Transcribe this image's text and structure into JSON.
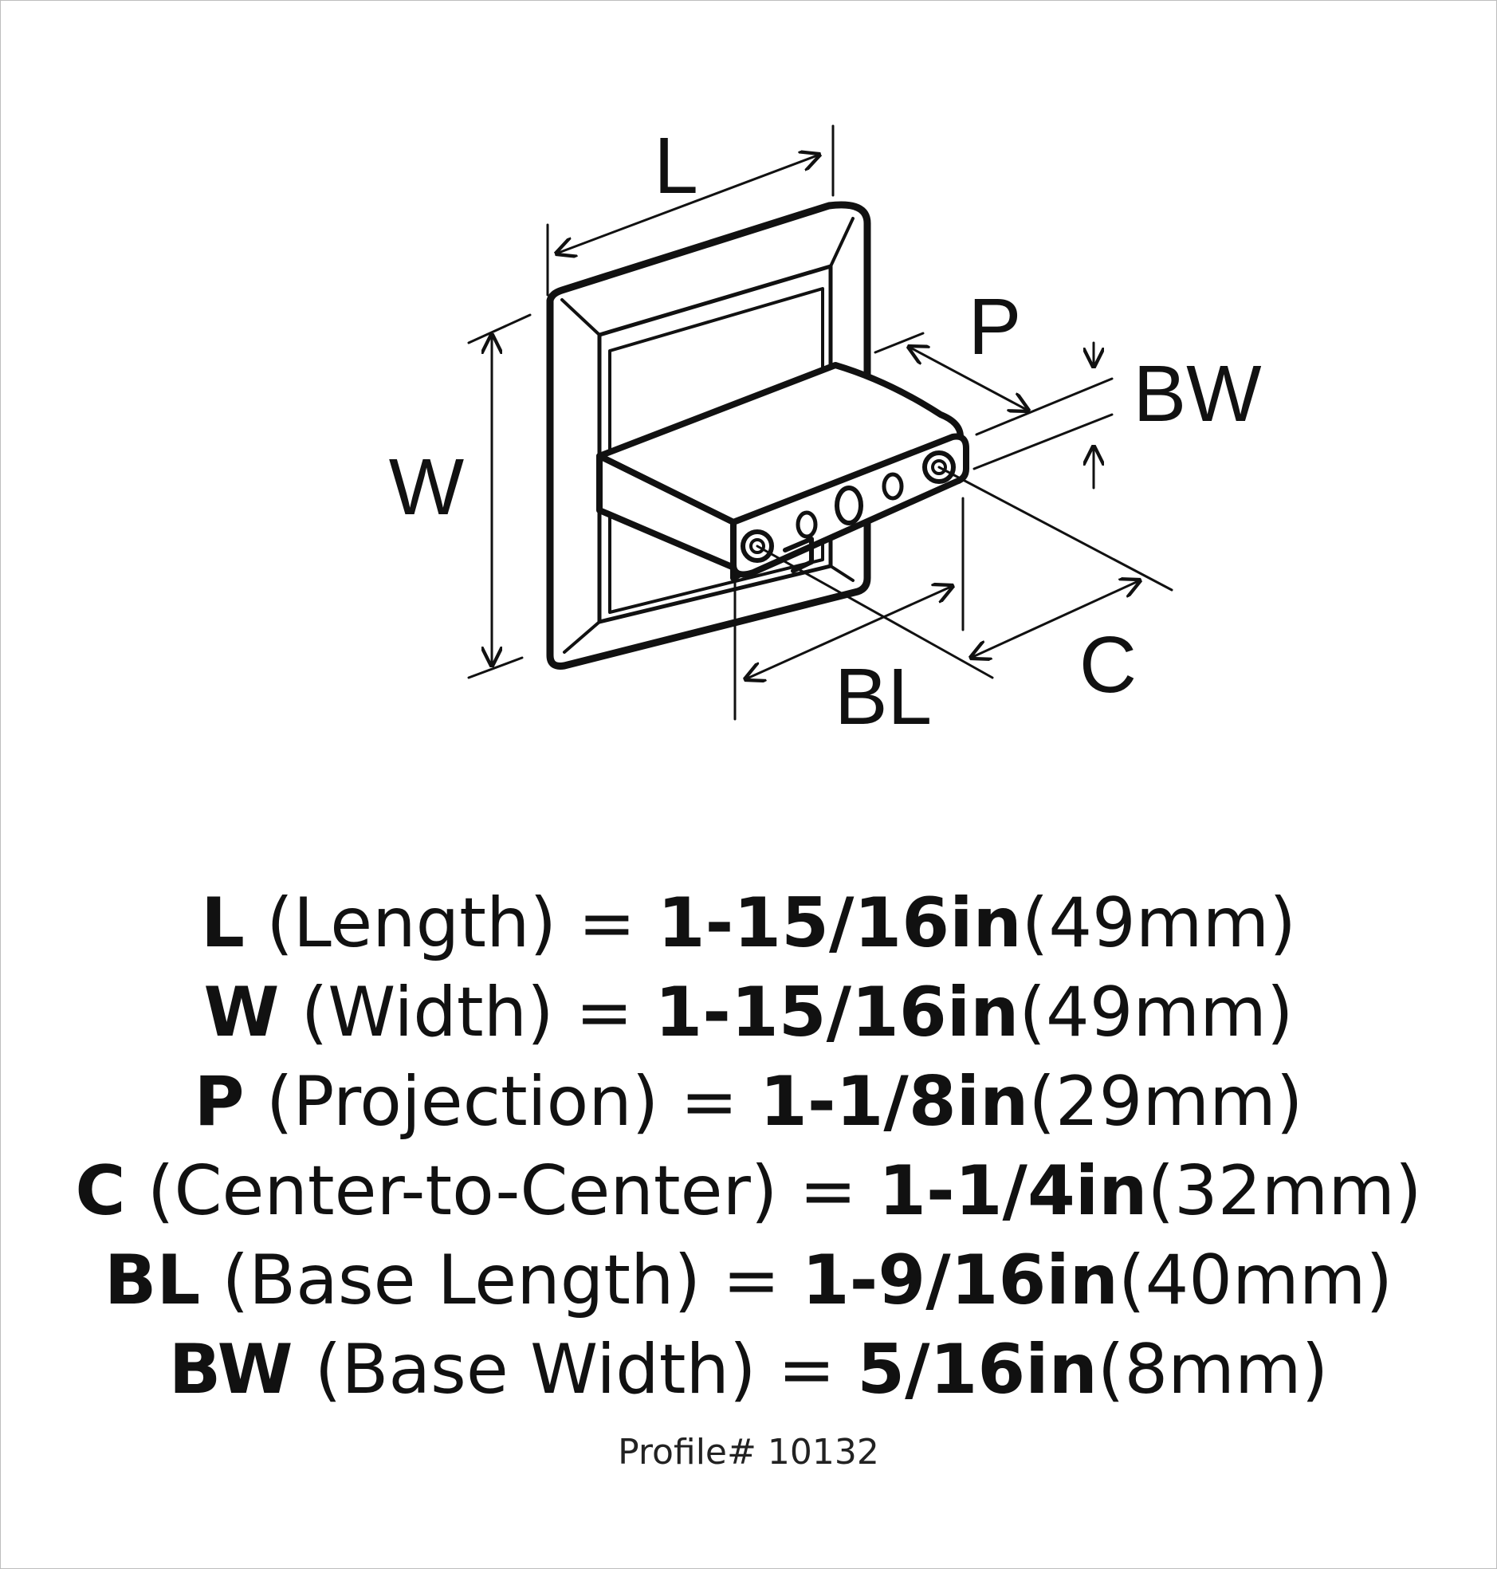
{
  "diagram": {
    "labels": {
      "L": "L",
      "W": "W",
      "P": "P",
      "BW": "BW",
      "C": "C",
      "BL": "BL"
    },
    "line_color": "#111111"
  },
  "specs": [
    {
      "symbol": "L",
      "description": "(Length)",
      "equals": "=",
      "imperial": "1-15/16in",
      "metric": "(49mm)"
    },
    {
      "symbol": "W",
      "description": "(Width)",
      "equals": "=",
      "imperial": "1-15/16in",
      "metric": "(49mm)"
    },
    {
      "symbol": "P",
      "description": "(Projection)",
      "equals": "=",
      "imperial": "1-1/8in",
      "metric": "(29mm)"
    },
    {
      "symbol": "C",
      "description": "(Center-to-Center)",
      "equals": "=",
      "imperial": "1-1/4in",
      "metric": "(32mm)"
    },
    {
      "symbol": "BL",
      "description": "(Base Length)",
      "equals": "=",
      "imperial": "1-9/16in",
      "metric": "(40mm)"
    },
    {
      "symbol": "BW",
      "description": "(Base Width)",
      "equals": "=",
      "imperial": "5/16in",
      "metric": "(8mm)"
    }
  ],
  "profile": "Profile# 10132"
}
